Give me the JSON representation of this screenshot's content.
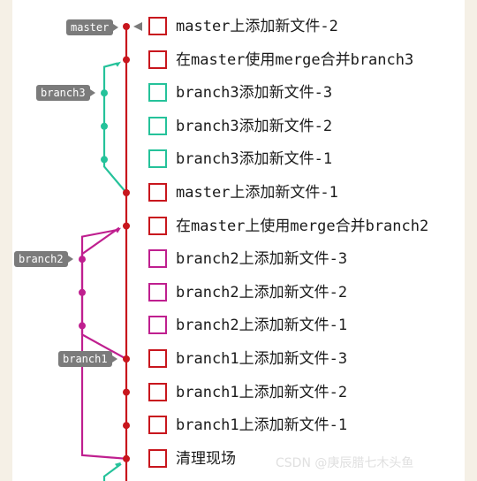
{
  "colors": {
    "master": "#c8161d",
    "branch3": "#25c29a",
    "branch2": "#bf1f8f",
    "branch1": "#c8161d",
    "tag_bg": "#7b7b7b"
  },
  "tags": {
    "master": "master",
    "branch3": "branch3",
    "branch2": "branch2",
    "branch1": "branch1"
  },
  "commits": [
    {
      "message": "master上添加新文件-2",
      "branch": "master"
    },
    {
      "message": "在master使用merge合并branch3",
      "branch": "master"
    },
    {
      "message": "branch3添加新文件-3",
      "branch": "branch3"
    },
    {
      "message": "branch3添加新文件-2",
      "branch": "branch3"
    },
    {
      "message": "branch3添加新文件-1",
      "branch": "branch3"
    },
    {
      "message": "master上添加新文件-1",
      "branch": "master"
    },
    {
      "message": "在master上使用merge合并branch2",
      "branch": "master"
    },
    {
      "message": "branch2上添加新文件-3",
      "branch": "branch2"
    },
    {
      "message": "branch2上添加新文件-2",
      "branch": "branch2"
    },
    {
      "message": "branch2上添加新文件-1",
      "branch": "branch2"
    },
    {
      "message": "branch1上添加新文件-3",
      "branch": "branch1"
    },
    {
      "message": "branch1上添加新文件-2",
      "branch": "branch1"
    },
    {
      "message": "branch1上添加新文件-1",
      "branch": "branch1"
    },
    {
      "message": "清理现场",
      "branch": "master"
    }
  ],
  "watermark": "CSDN @庚辰腊七木头鱼"
}
